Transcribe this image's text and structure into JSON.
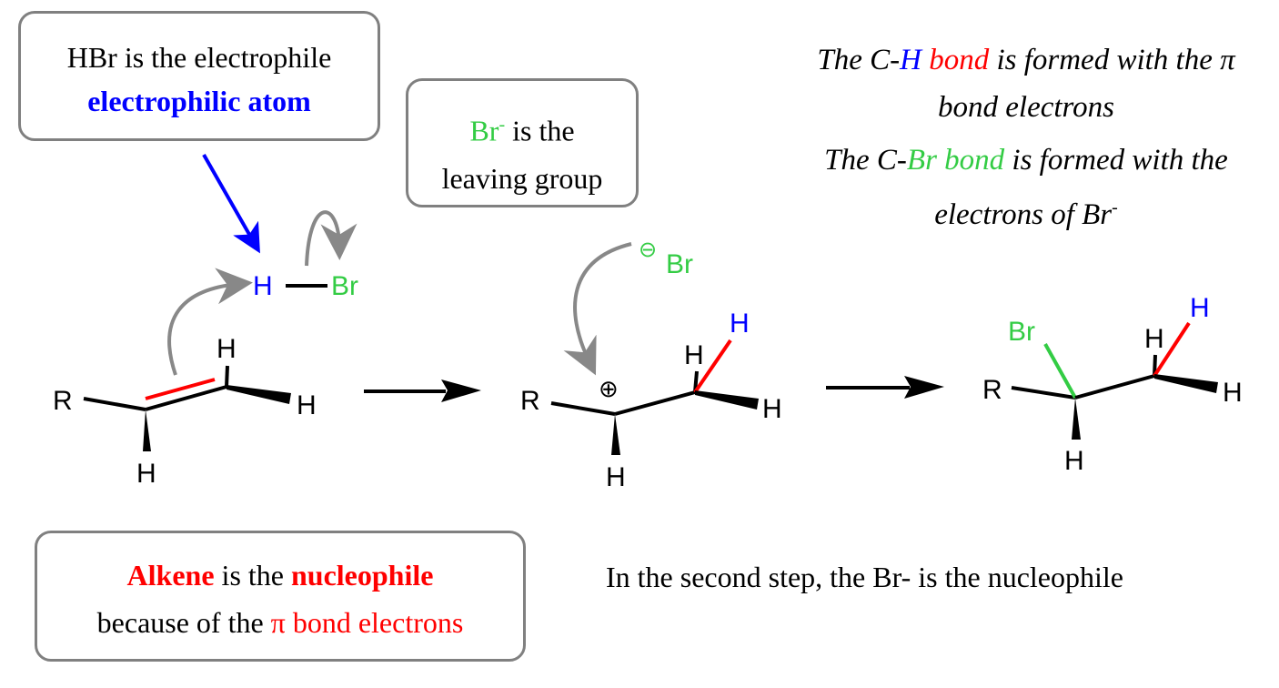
{
  "callouts": {
    "electrophile": {
      "line1": "HBr is the electrophile",
      "line2": "electrophilic atom"
    },
    "leaving_group": {
      "ion": "Br",
      "ion_charge": "-",
      "line1_rest": " is the",
      "line2": "leaving group"
    },
    "nucleophile": {
      "word1": "Alkene",
      "mid1": " is the ",
      "word2": "nucleophile",
      "line2_black": "because of the ",
      "line2_red": "π bond electrons"
    }
  },
  "notes": {
    "ch_bond": {
      "p1": "The C-",
      "h": "H",
      "space": " ",
      "bond": "bond",
      "p2": " is formed with the π",
      "line2": "bond electrons"
    },
    "cbr_bond": {
      "p1": "The C-",
      "brbond": "Br bond",
      "p2": " is formed with the",
      "line2": "electrons of Br",
      "charge": "-"
    },
    "second_step": "In the second step, the Br- is the nucleophile"
  },
  "molecules": {
    "alkene": {
      "r": "R",
      "h_top": "H",
      "h_right": "H",
      "h_bottom": "H"
    },
    "hbr": {
      "h": "H",
      "br": "Br"
    },
    "carbocation": {
      "r": "R",
      "plus": "⊕",
      "h_bottom": "H",
      "h_top": "H",
      "h_new": "H",
      "h_right": "H"
    },
    "bromide": {
      "minus": "⊖",
      "br": "Br"
    },
    "product": {
      "r": "R",
      "br": "Br",
      "h_bottom": "H",
      "h_top": "H",
      "h_new": "H",
      "h_right": "H"
    }
  },
  "colors": {
    "electrophile_blue": "#0000ff",
    "nucleophile_red": "#ff0000",
    "bromine_green": "#33cc44",
    "curved_arrow_gray": "#888888",
    "box_border": "#808080"
  }
}
